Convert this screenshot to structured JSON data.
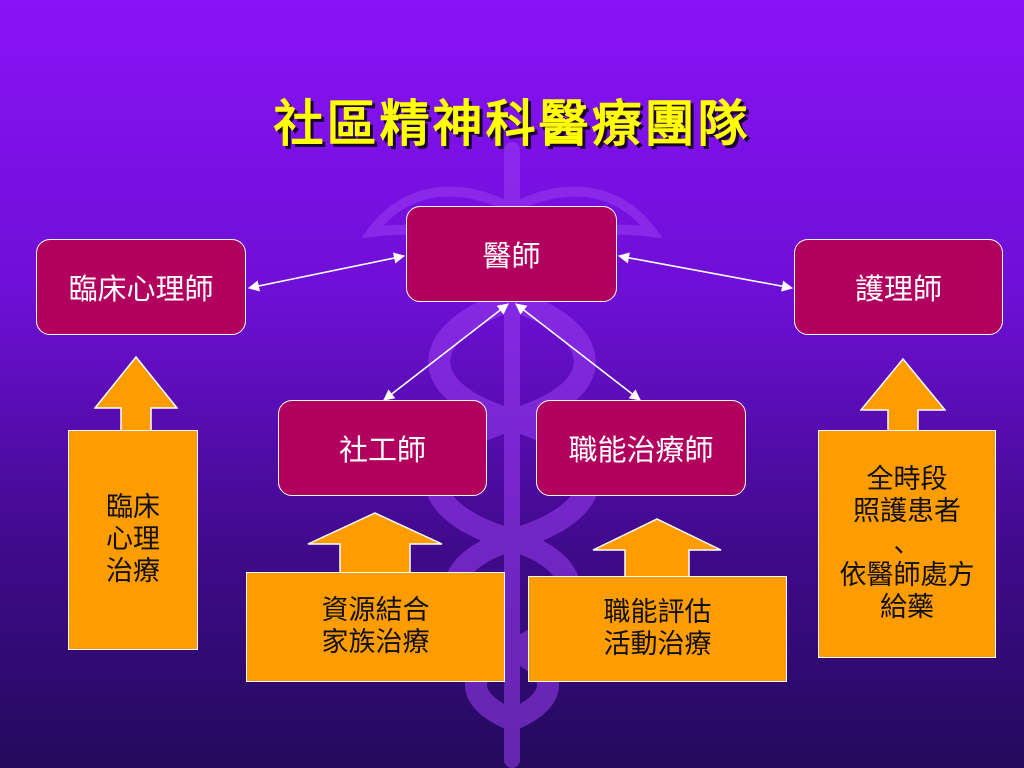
{
  "title": "社區精神科醫療團隊",
  "colors": {
    "background_top": "#8a12f6",
    "background_bottom": "#230a5c",
    "title": "#ffff00",
    "role_box": "#b2005f",
    "duty_box": "#ff9c00",
    "connector": "#ffffff"
  },
  "roles": {
    "doctor": "醫師",
    "psychologist": "臨床心理師",
    "nurse": "護理師",
    "social_worker": "社工師",
    "occupational_therapist": "職能治療師"
  },
  "duties": {
    "psychologist": [
      "臨床",
      "心理",
      "治療"
    ],
    "social_worker": [
      "資源結合",
      "家族治療"
    ],
    "occupational_therapist": [
      "職能評估",
      "活動治療"
    ],
    "nurse": [
      "全時段",
      "照護患者",
      "、",
      "依醫師處方",
      "給藥"
    ]
  },
  "background_icon": "caduceus-icon",
  "connections": [
    [
      "doctor",
      "psychologist"
    ],
    [
      "doctor",
      "nurse"
    ],
    [
      "doctor",
      "social_worker"
    ],
    [
      "doctor",
      "occupational_therapist"
    ]
  ]
}
